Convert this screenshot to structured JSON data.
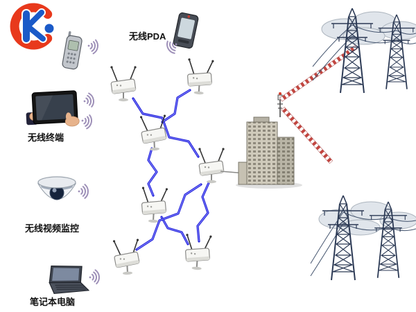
{
  "diagram": {
    "type": "wireless-mesh-network-topology",
    "labels": {
      "wireless_pda": "无线PDA",
      "wireless_terminal": "无线终端",
      "wireless_video": "无线视频监控",
      "laptop": "笔记本电脑"
    },
    "colors": {
      "background": "#ffffff",
      "lightning_link": "#1d1dd8",
      "lightning_highlight": "#8a8aff",
      "beam_stripe_red": "#c2453f",
      "logo_red": "#e8391c",
      "logo_blue": "#1b5ac8",
      "tower": "#2c3a55",
      "cloud_fill": "#dfe4ea",
      "signal_waves": "#9e90b8",
      "label_text": "#111111"
    },
    "icons": [
      "kd-logo",
      "mobile-phone-icon",
      "pda-icon",
      "tablet-terminal-icon",
      "dome-camera-icon",
      "laptop-icon",
      "wireless-ap-icon",
      "lightning-link-icon",
      "signal-waves-icon",
      "office-building-icon",
      "striped-beam-icon",
      "transmission-tower-icon",
      "cloud-icon",
      "power-lines-icon"
    ]
  }
}
